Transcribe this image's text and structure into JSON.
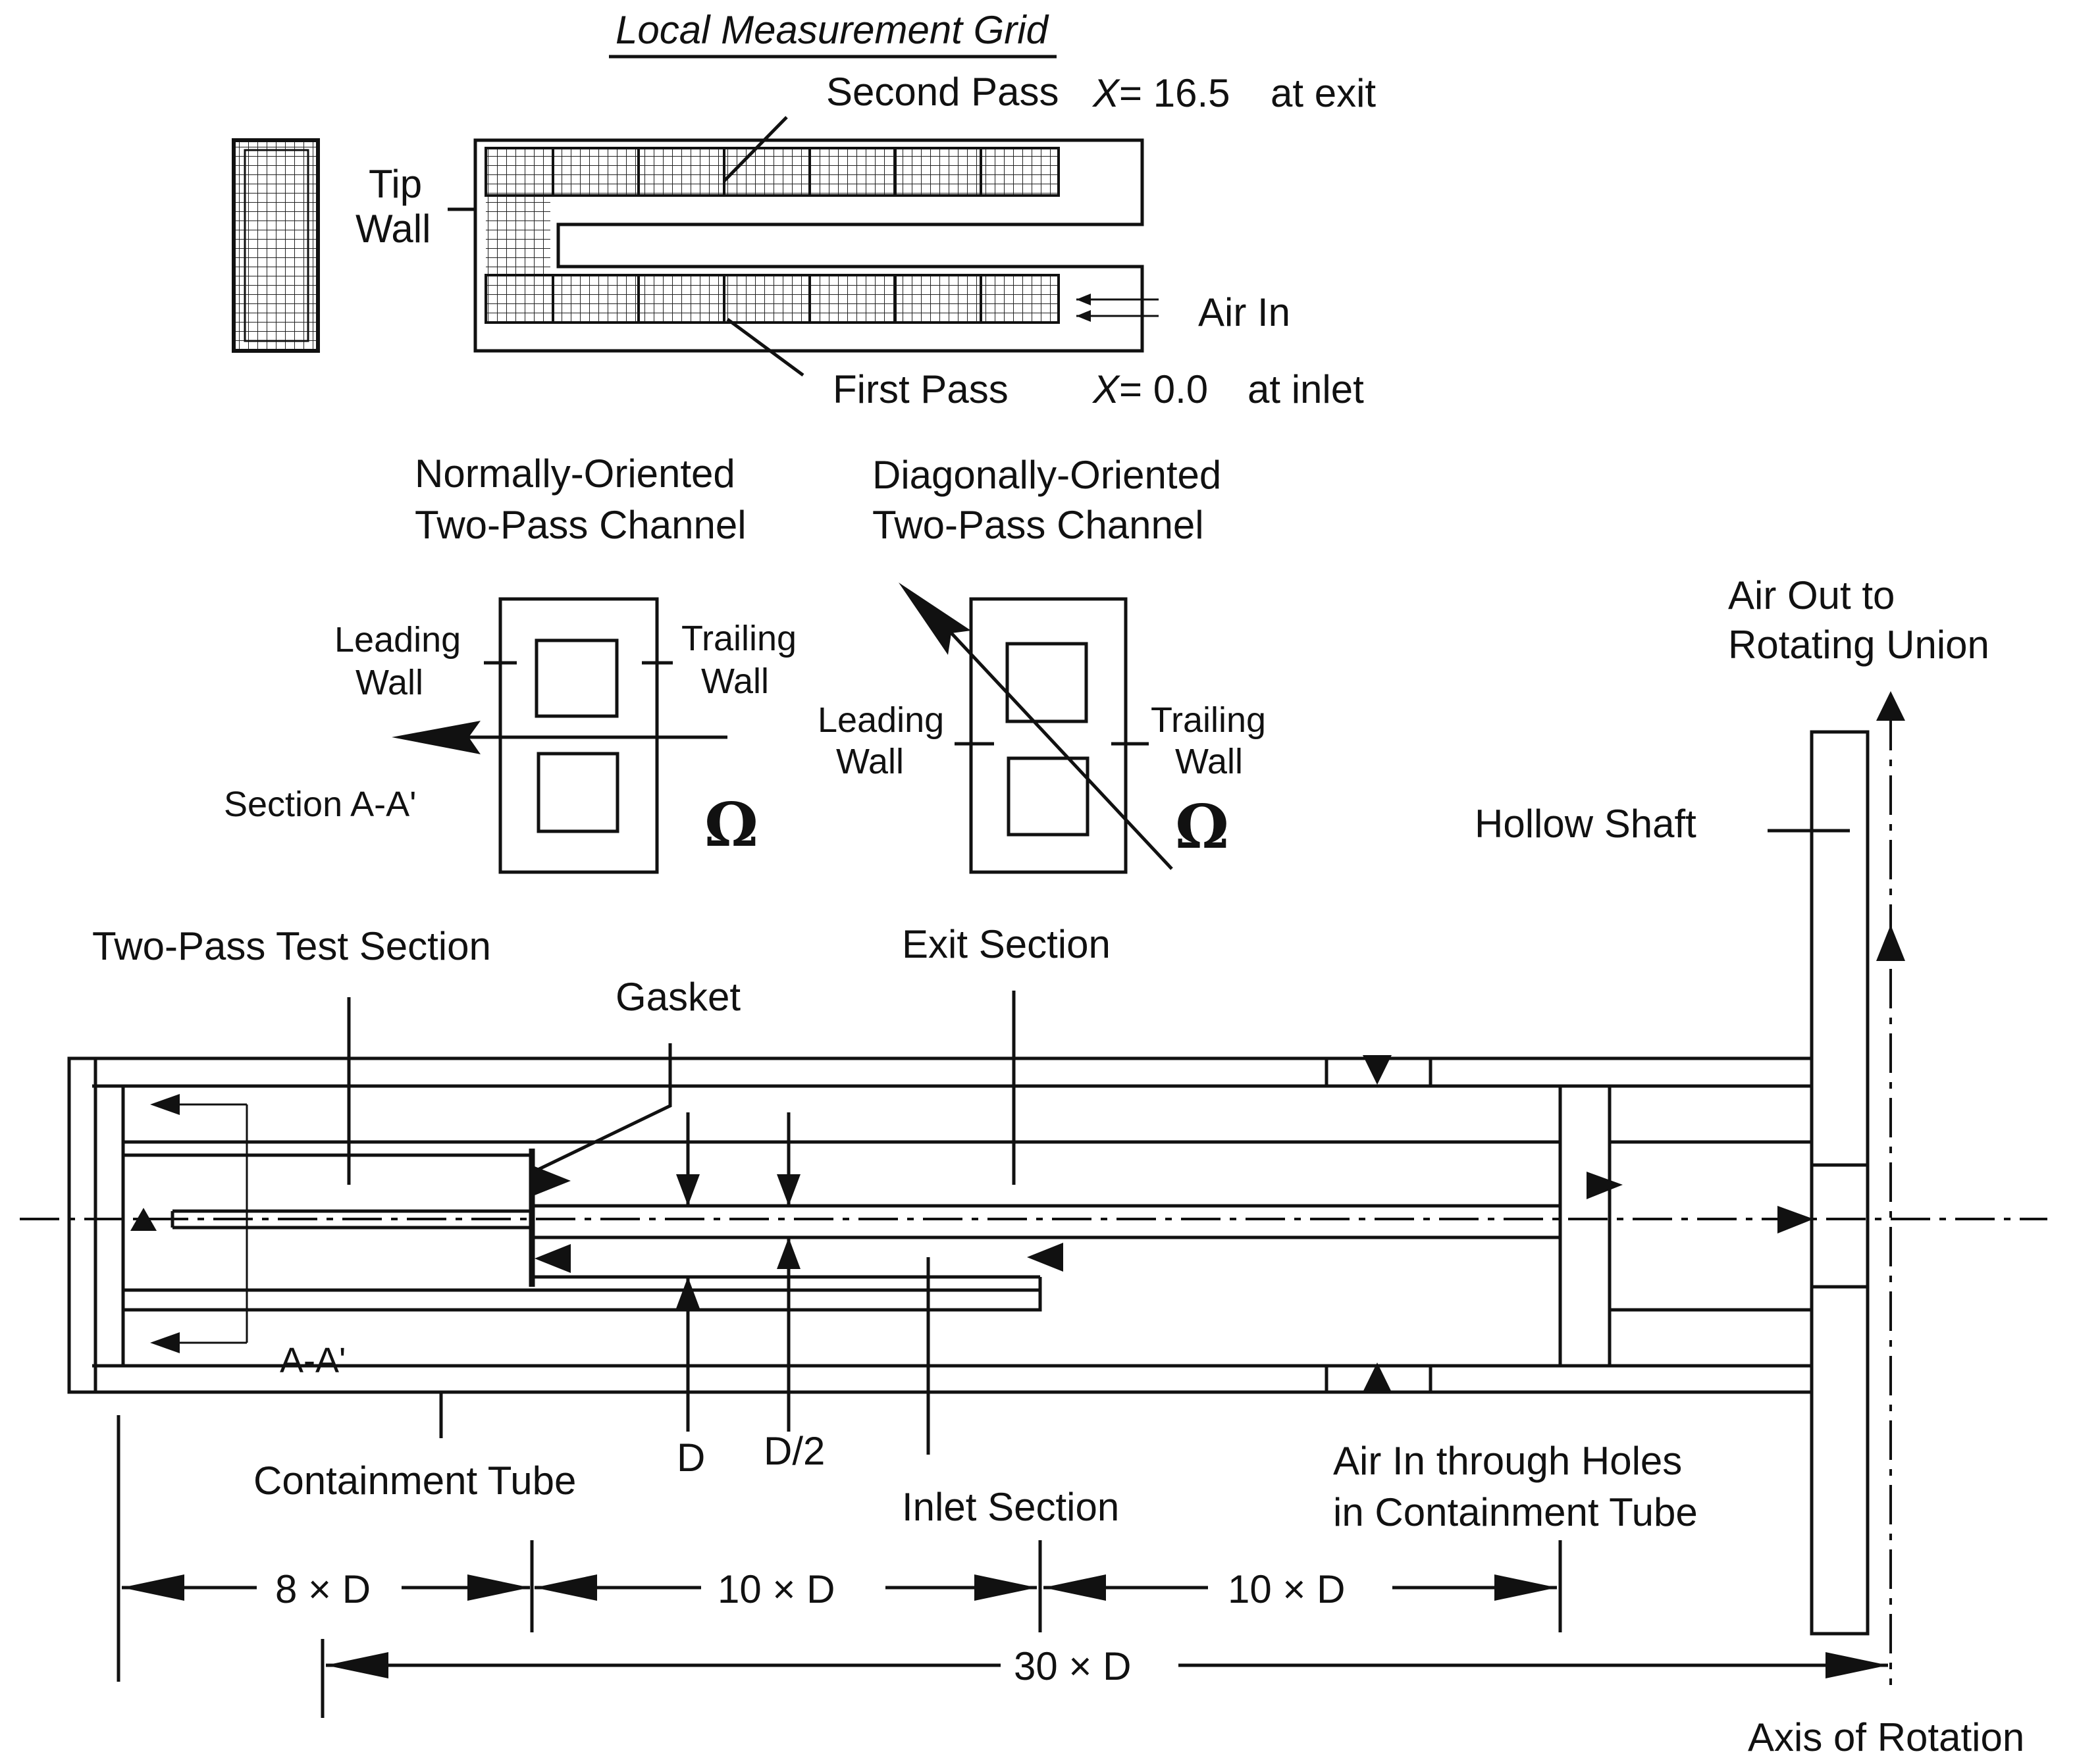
{
  "grid": {
    "title": "Local Measurement Grid",
    "second_pass": "Second Pass",
    "first_pass": "First Pass",
    "tip_wall": [
      "Tip",
      "Wall"
    ],
    "air_in": "Air In",
    "x_exit_var": "X",
    "x_exit_val": "= 16.5",
    "x_exit_note": "at exit",
    "x_inlet_var": "X",
    "x_inlet_val": "= 0.0",
    "x_inlet_note": "at inlet"
  },
  "normal_channel": {
    "title": [
      "Normally-Oriented",
      "Two-Pass Channel"
    ],
    "leading": [
      "Leading",
      "Wall"
    ],
    "trailing": [
      "Trailing",
      "Wall"
    ],
    "section": "Section A-A'",
    "omega": "Ω"
  },
  "diagonal_channel": {
    "title": [
      "Diagonally-Oriented",
      "Two-Pass Channel"
    ],
    "leading": [
      "Leading",
      "Wall"
    ],
    "trailing": [
      "Trailing",
      "Wall"
    ],
    "omega": "Ω"
  },
  "assembly": {
    "air_out": [
      "Air Out to",
      "Rotating Union"
    ],
    "hollow_shaft": "Hollow Shaft",
    "two_pass_test_section": "Two-Pass Test Section",
    "exit_section": "Exit Section",
    "gasket": "Gasket",
    "section_mark": "A-A'",
    "containment_tube": "Containment Tube",
    "d": "D",
    "d_half": "D/2",
    "inlet_section": "Inlet Section",
    "air_in_holes": [
      "Air In through Holes",
      "in Containment Tube"
    ],
    "axis_of_rotation": "Axis of Rotation"
  },
  "dimensions": {
    "dim_8d": "8 × D",
    "dim_10d_a": "10 × D",
    "dim_10d_b": "10 × D",
    "dim_30d": "30 × D"
  }
}
